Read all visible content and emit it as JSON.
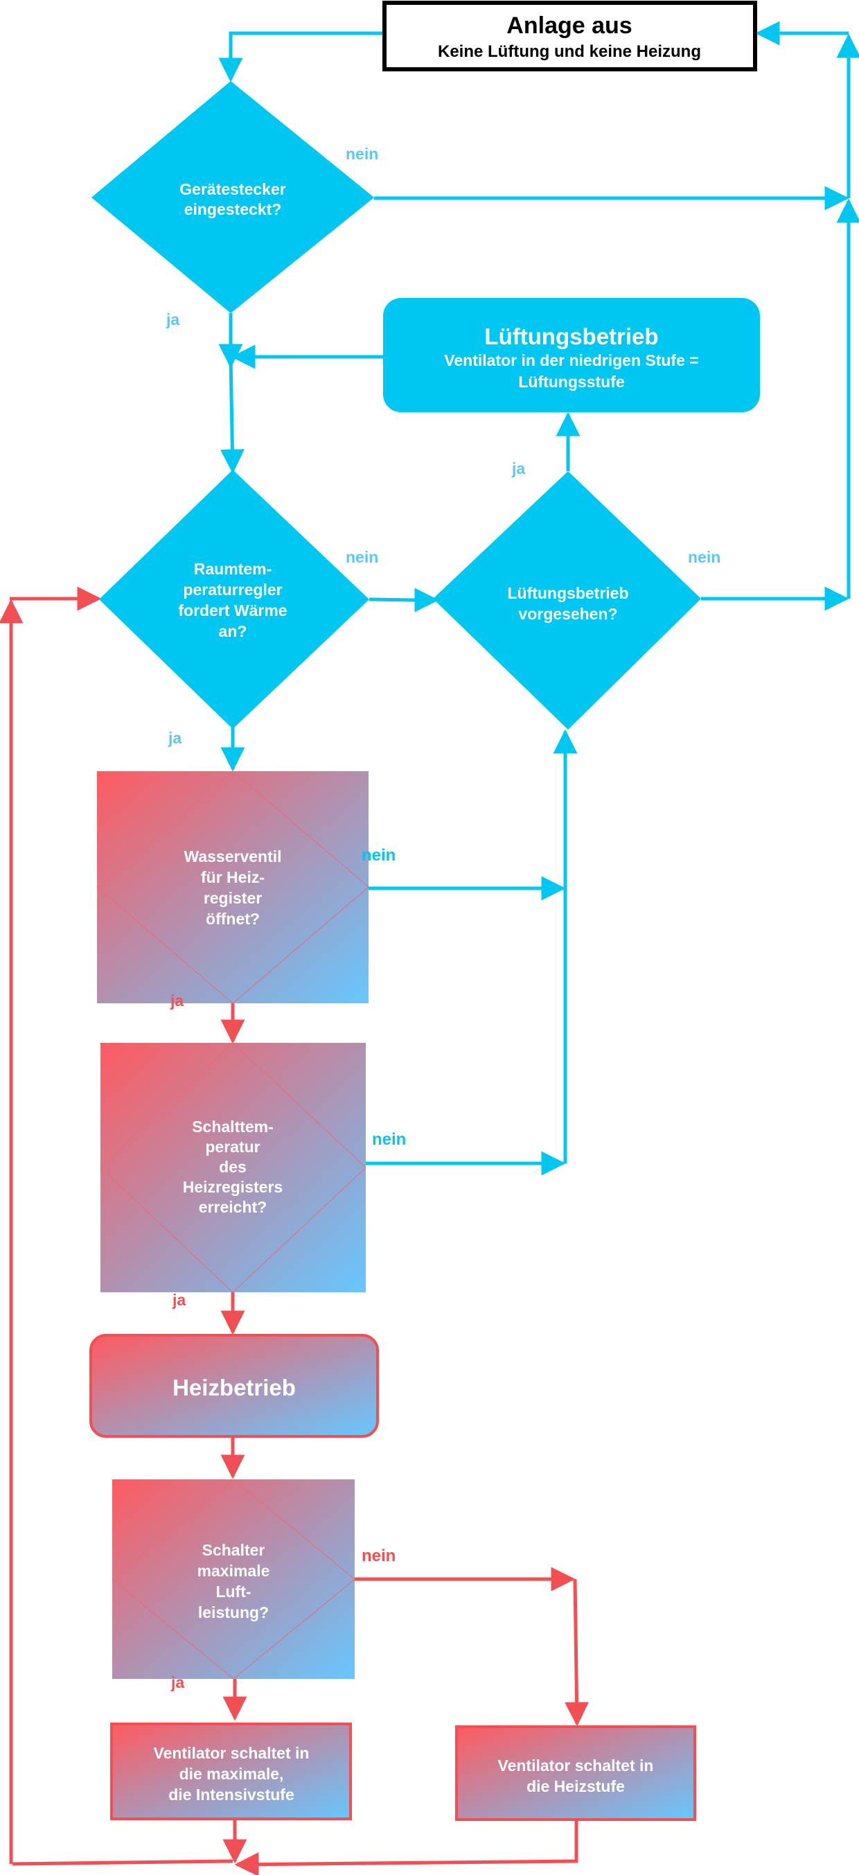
{
  "colors": {
    "blue": "#00c6f2",
    "red": "#f24f55",
    "black": "#000000",
    "white": "#ffffff",
    "grad_red": "#ff5a5f",
    "grad_blue": "#66c7ff"
  },
  "start": {
    "title": "Anlage aus",
    "subtitle": "Keine Lüftung und keine Heizung"
  },
  "lueftung_box": {
    "title": "Lüftungsbetrieb",
    "line1": "Ventilator in der niedrigen Stufe =",
    "line2": "Lüftungsstufe"
  },
  "d_stecker": {
    "line1": "Gerätestecker",
    "line2": "eingesteckt?",
    "no": "nein",
    "yes": "ja"
  },
  "d_raumtemp": {
    "line1": "Raumtem-",
    "line2": "peraturregler",
    "line3": "fordert Wärme",
    "line4": "an?",
    "no": "nein",
    "yes": "ja"
  },
  "d_lueftung": {
    "line1": "Lüftungsbetrieb",
    "line2": "vorgesehen?",
    "no": "nein",
    "yes": "ja"
  },
  "d_wasser": {
    "line1": "Wasserventil",
    "line2": "für Heiz-",
    "line3": "register",
    "line4": "öffnet?",
    "no": "nein",
    "yes": "ja"
  },
  "d_schalttemp": {
    "line1": "Schalttem-",
    "line2": "peratur",
    "line3": "des",
    "line4": "Heizregisters",
    "line5": "erreicht?",
    "no": "nein",
    "yes": "ja"
  },
  "heizbetrieb": {
    "label": "Heizbetrieb"
  },
  "d_schalter": {
    "line1": "Schalter",
    "line2": "maximale",
    "line3": "Luft-",
    "line4": "leistung?",
    "no": "nein",
    "yes": "ja"
  },
  "box_max": {
    "line1": "Ventilator schaltet in",
    "line2": "die maximale,",
    "line3": "die Intensivstufe"
  },
  "box_heiz": {
    "line1": "Ventilator schaltet in",
    "line2": "die Heizstufe"
  }
}
